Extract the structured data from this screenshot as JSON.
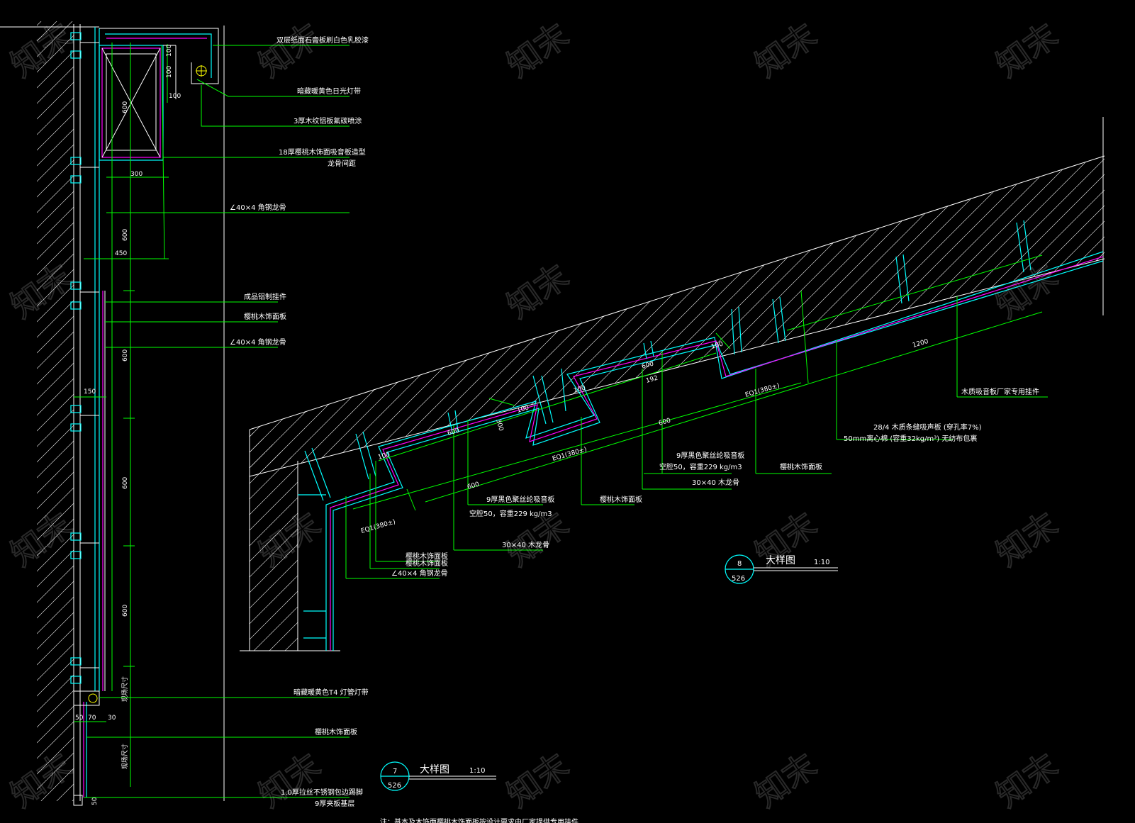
{
  "left_detail": {
    "labels": [
      "双层纸面石膏板刷白色乳胶漆",
      "暗藏暖黄色日光灯带",
      "3厚木纹铝板氟碳喷涂",
      "18厚樱桃木饰面吸音板造型",
      "龙骨间距",
      "∠40×4 角钢龙骨",
      "成品铝制挂件",
      "樱桃木饰面板",
      "∠40×4 角钢龙骨",
      "暗藏暖黄色T4 灯管灯带",
      "樱桃木饰面板",
      "1.0厚拉丝不锈钢包边踢脚",
      "9厚夹板基层"
    ],
    "dims": {
      "d100a": "100",
      "d100b": "100",
      "d100c": "100",
      "d600a": "600",
      "d300": "300",
      "d600b": "600",
      "d450": "450",
      "d600c": "600",
      "d150": "150",
      "d600d": "600",
      "d600e": "600",
      "d_field1": "现场尺寸",
      "d_field2": "现场尺寸",
      "d50": "50",
      "d70": "70",
      "d30": "30",
      "d50b": "50"
    },
    "callout": {
      "num": "7",
      "sheet": "526",
      "title": "大样图",
      "scale": "1:10"
    }
  },
  "right_detail": {
    "labels": {
      "hanger": "木质吸音板厂家专用挂件",
      "perf1": "28/4 木质条缝吸声板 (穿孔率7%)",
      "perf2": "50mm离心棉 (容重32kg/m³) 无纺布包裹",
      "felt1a": "9厚黑色聚丝纶吸音板",
      "felt1b": "空腔50，容重229 kg/m3",
      "stud1": "30×40 木龙骨",
      "veneer1": "樱桃木饰面板",
      "veneer2": "樱桃木饰面板",
      "felt2a": "9厚黑色聚丝纶吸音板",
      "felt2b": "空腔50，容重229 kg/m3",
      "stud2": "30×40 木龙骨",
      "veneer3": "樱桃木饰面板",
      "veneer4": "樱桃木饰面板",
      "angle": "∠40×4 角钢龙骨"
    },
    "dims": {
      "d1200": "1200",
      "eq1": "EQ1(380±)",
      "eq2": "EQ1(380±)",
      "eq3": "EQ1(380±)",
      "d100a": "100",
      "d100b": "100",
      "d100c": "100",
      "d100d": "100",
      "d600a": "600",
      "d600b": "600",
      "d600c": "600",
      "d600d": "600",
      "d192": "192",
      "d300": "300"
    },
    "callout": {
      "num": "8",
      "sheet": "526",
      "title": "大样图",
      "scale": "1:10"
    }
  },
  "bottom_note": "注：基本及木饰面樱桃木饰面板按设计要求由厂家提供专用挂件",
  "watermark": "知末",
  "colors": {
    "background": "#000000",
    "lines": "#ffffff",
    "dimension": "#00ff00",
    "profile": "#00ffff",
    "finish": "#ff00ff"
  }
}
